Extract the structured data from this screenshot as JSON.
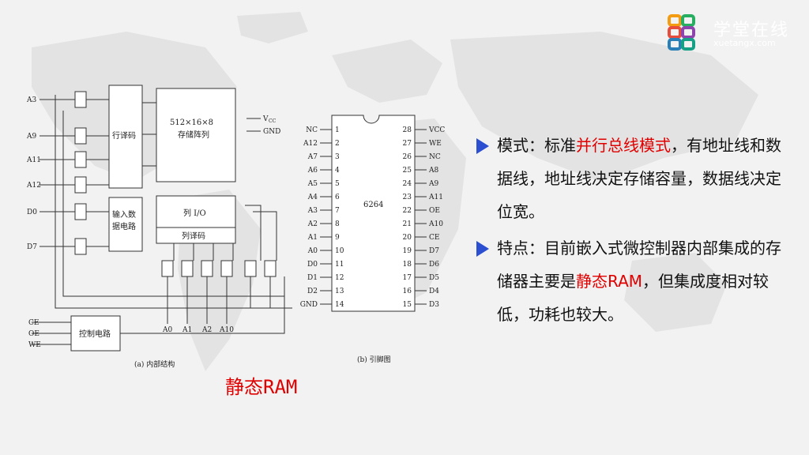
{
  "logo": {
    "title": "学堂在线",
    "subtitle": "xuetangx.com"
  },
  "diagram_a": {
    "vcc": "V",
    "vcc_sub": "CC",
    "gnd": "GND",
    "array_line1": "512×16×8",
    "array_line2": "存储阵列",
    "row_decoder": "行译码",
    "io_circuit_1": "输入数",
    "io_circuit_2": "据电路",
    "col_io": "列 I/O",
    "col_decoder": "列译码",
    "control": "控制电路",
    "addr_inputs": [
      "A3",
      "A9",
      "A11",
      "A12"
    ],
    "data_inputs": [
      "D0",
      "D7"
    ],
    "col_addr": [
      "A0",
      "A1",
      "A2",
      "A10"
    ],
    "ctrl_signals": [
      "CE",
      "OE",
      "WE"
    ],
    "caption": "(a) 内部结构"
  },
  "diagram_b": {
    "chip": "6264",
    "left_pins": [
      {
        "name": "NC",
        "num": "1"
      },
      {
        "name": "A12",
        "num": "2"
      },
      {
        "name": "A7",
        "num": "3"
      },
      {
        "name": "A6",
        "num": "4"
      },
      {
        "name": "A5",
        "num": "5"
      },
      {
        "name": "A4",
        "num": "6"
      },
      {
        "name": "A3",
        "num": "7"
      },
      {
        "name": "A2",
        "num": "8"
      },
      {
        "name": "A1",
        "num": "9"
      },
      {
        "name": "A0",
        "num": "10"
      },
      {
        "name": "D0",
        "num": "11"
      },
      {
        "name": "D1",
        "num": "12"
      },
      {
        "name": "D2",
        "num": "13"
      },
      {
        "name": "GND",
        "num": "14"
      }
    ],
    "right_pins": [
      {
        "name": "VCC",
        "num": "28"
      },
      {
        "name": "WE",
        "num": "27"
      },
      {
        "name": "NC",
        "num": "26"
      },
      {
        "name": "A8",
        "num": "25"
      },
      {
        "name": "A9",
        "num": "24"
      },
      {
        "name": "A11",
        "num": "23"
      },
      {
        "name": "OE",
        "num": "22"
      },
      {
        "name": "A10",
        "num": "21"
      },
      {
        "name": "CE",
        "num": "20"
      },
      {
        "name": "D7",
        "num": "19"
      },
      {
        "name": "D6",
        "num": "18"
      },
      {
        "name": "D5",
        "num": "17"
      },
      {
        "name": "D4",
        "num": "16"
      },
      {
        "name": "D3",
        "num": "15"
      }
    ],
    "caption": "(b) 引脚图"
  },
  "caption_main": "静态RAM",
  "bullets": {
    "b1_pre": "模式：标准",
    "b1_red": "并行总线模式",
    "b1_post": "，有地址线和数据线，地址线决定存储容量，数据线决定位宽。",
    "b2_pre": "特点：目前嵌入式微控制器内部集成的存储器主要是",
    "b2_red": "静态RAM",
    "b2_post": "，但集成度相对较低，功耗也较大。"
  },
  "colors": {
    "accent_red": "#e00000",
    "bullet_blue": "#2b4fd0"
  }
}
